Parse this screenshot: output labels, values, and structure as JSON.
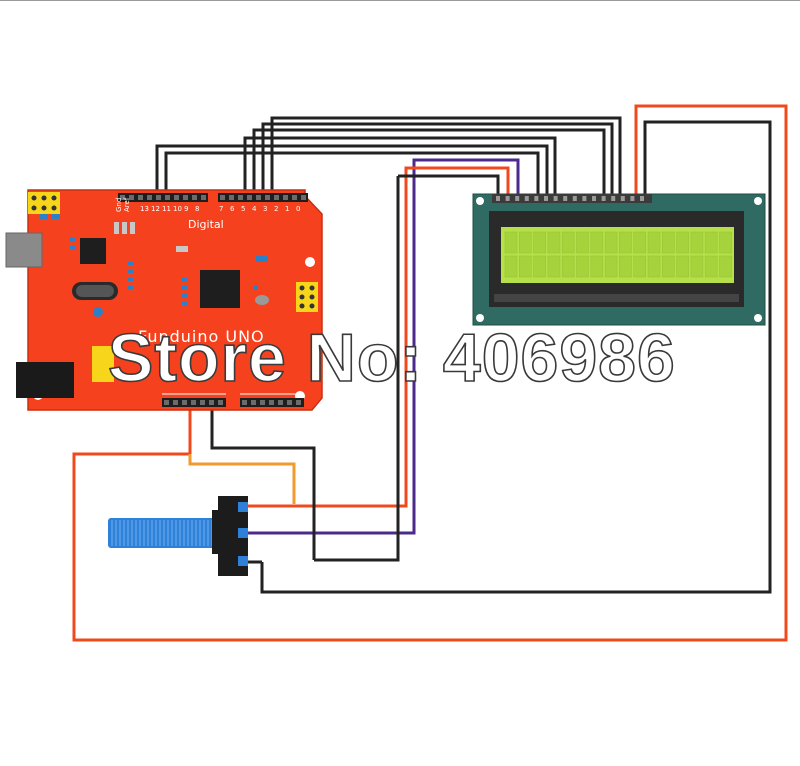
{
  "board": {
    "name": "Funduino UNO",
    "digital_label": "Digital",
    "gnd_label": "Gnd",
    "aref_label": "Aref",
    "pins_high": [
      "13",
      "12",
      "11",
      "10",
      "9",
      "8"
    ],
    "pins_low": [
      "7",
      "6",
      "5",
      "4",
      "3",
      "2",
      "1",
      "0"
    ]
  },
  "watermark": "Store No: 406986",
  "colors": {
    "board": "#f5411e",
    "lcd_pcb": "#2f6b63",
    "lcd_screen": "#b6e04a",
    "wire_black": "#222222",
    "wire_orange_red": "#f04a1c",
    "wire_orange": "#f29a2e",
    "wire_purple": "#4b2a8c",
    "knob": "#2f80d8"
  }
}
